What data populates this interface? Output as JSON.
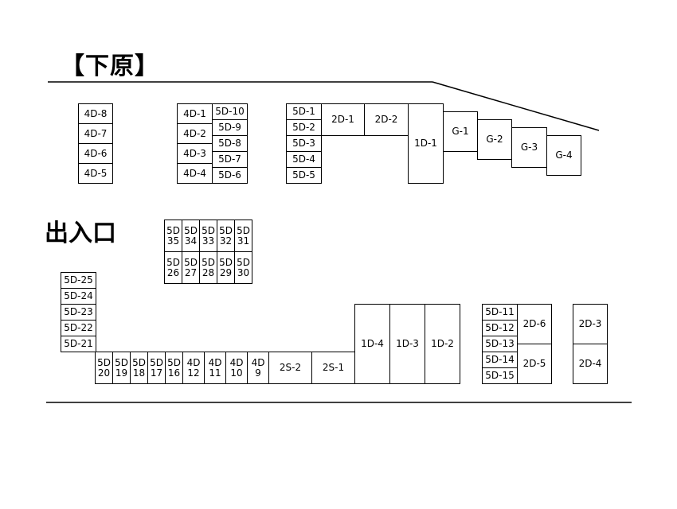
{
  "map": {
    "title": "【下原】",
    "entrance_label": "出入口"
  },
  "stalls": {
    "s_4d8": "4D-8",
    "s_4d7": "4D-7",
    "s_4d6": "4D-6",
    "s_4d5": "4D-5",
    "s_4d1": "4D-1",
    "s_4d2": "4D-2",
    "s_4d3": "4D-3",
    "s_4d4": "4D-4",
    "s_5d10": "5D-10",
    "s_5d9": "5D-9",
    "s_5d8": "5D-8",
    "s_5d7": "5D-7",
    "s_5d6": "5D-6",
    "s_5d1": "5D-1",
    "s_5d2": "5D-2",
    "s_5d3": "5D-3",
    "s_5d4": "5D-4",
    "s_5d5": "5D-5",
    "s_2d1": "2D-1",
    "s_2d2": "2D-2",
    "s_1d1": "1D-1",
    "s_g1": "G-1",
    "s_g2": "G-2",
    "s_g3": "G-3",
    "s_g4": "G-4",
    "s_5d35": "5D\n35",
    "s_5d34": "5D\n34",
    "s_5d33": "5D\n33",
    "s_5d32": "5D\n32",
    "s_5d31": "5D\n31",
    "s_5d26": "5D\n26",
    "s_5d27": "5D\n27",
    "s_5d28": "5D\n28",
    "s_5d29": "5D\n29",
    "s_5d30": "5D\n30",
    "s_5d25": "5D-25",
    "s_5d24": "5D-24",
    "s_5d23": "5D-23",
    "s_5d22": "5D-22",
    "s_5d21": "5D-21",
    "s_5d20": "5D\n20",
    "s_5d19": "5D\n19",
    "s_5d18": "5D\n18",
    "s_5d17": "5D\n17",
    "s_5d16": "5D\n16",
    "s_4d12": "4D\n12",
    "s_4d11": "4D\n11",
    "s_4d10": "4D\n10",
    "s_4d9": "4D\n9",
    "s_2s2": "2S-2",
    "s_2s1": "2S-1",
    "s_1d4": "1D-4",
    "s_1d3": "1D-3",
    "s_1d2": "1D-2",
    "s_5d11": "5D-11",
    "s_5d12": "5D-12",
    "s_5d13": "5D-13",
    "s_5d14": "5D-14",
    "s_5d15": "5D-15",
    "s_2d6": "2D-6",
    "s_2d5": "2D-5",
    "s_2d3": "2D-3",
    "s_2d4": "2D-4"
  }
}
